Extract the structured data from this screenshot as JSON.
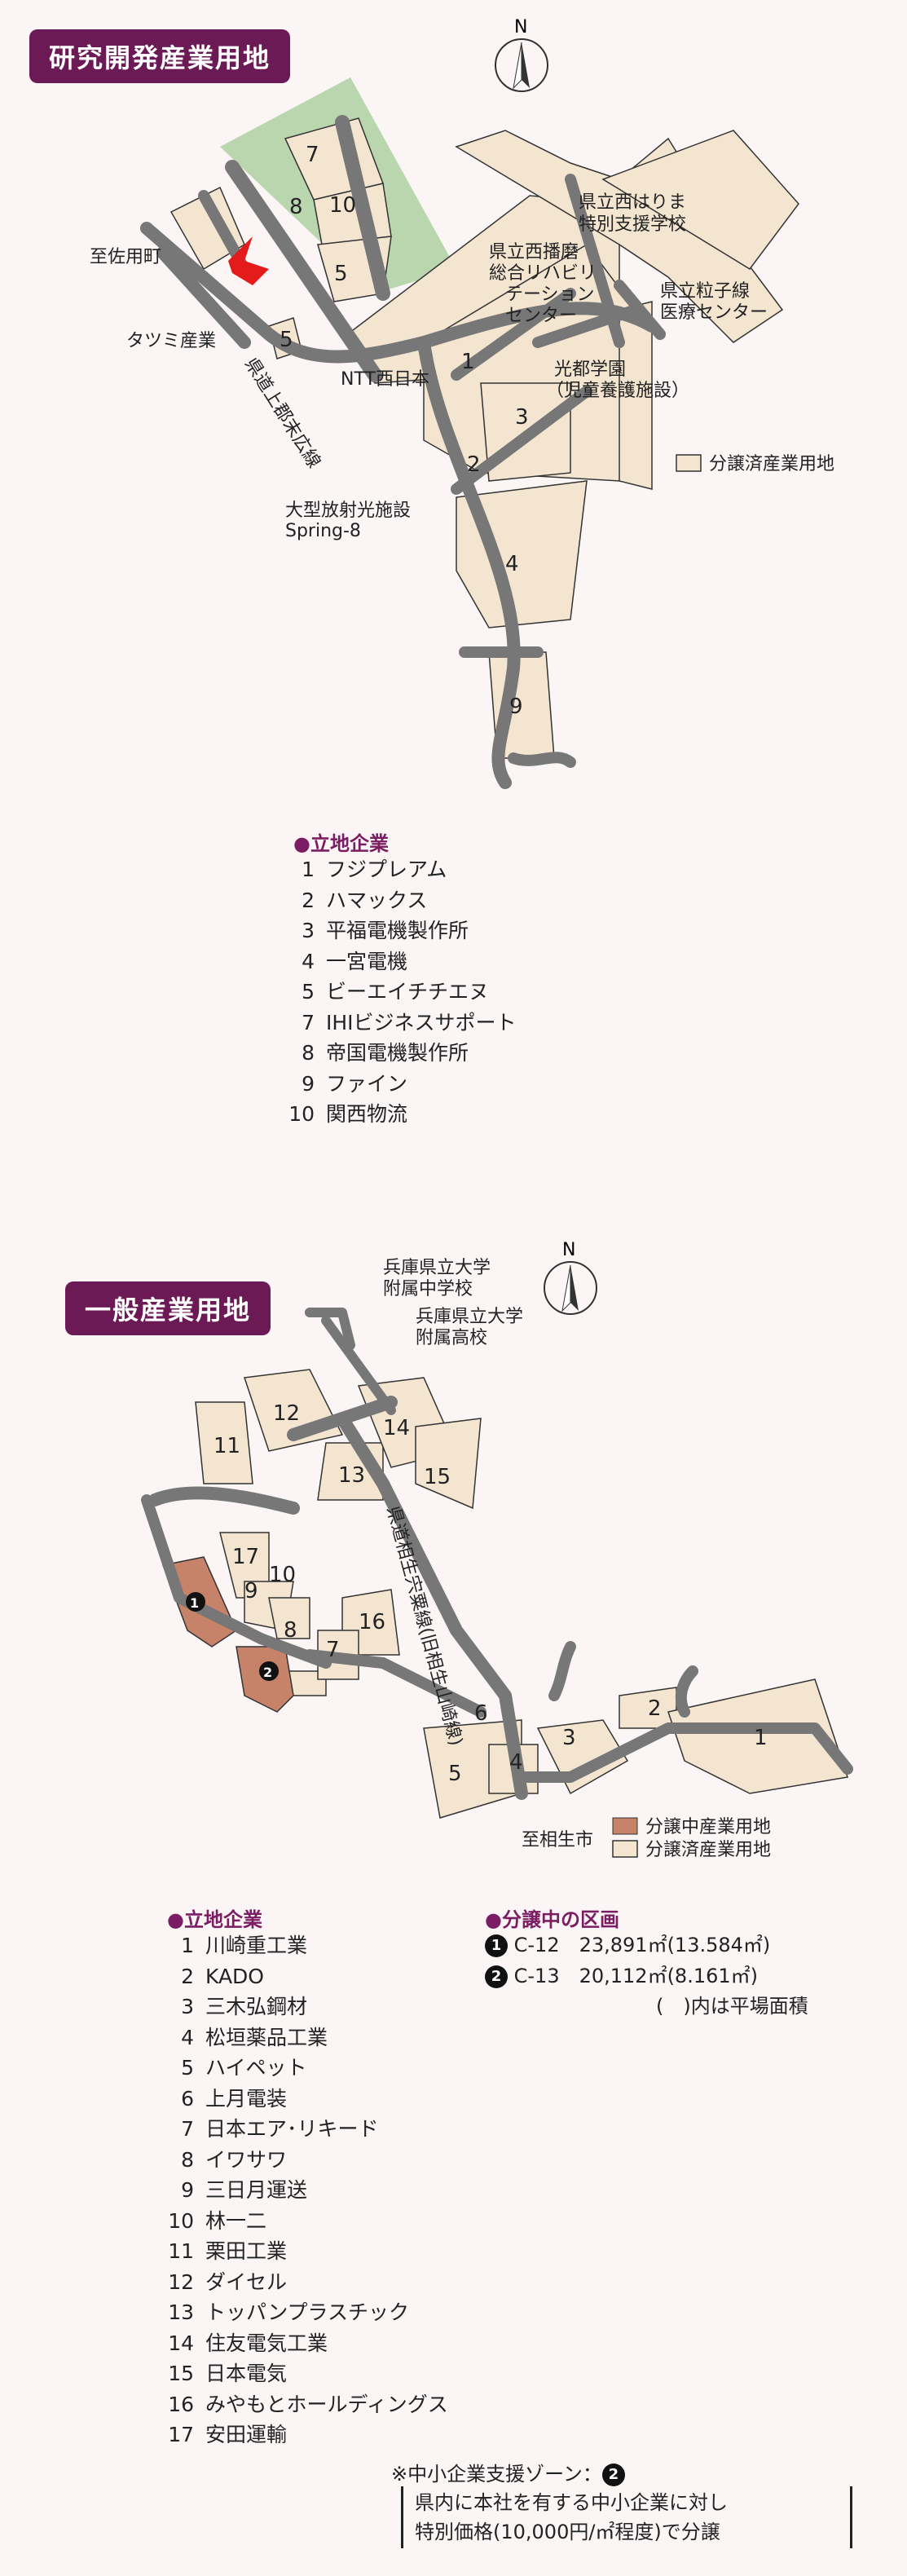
{
  "section1": {
    "title": "研究開発産業用地",
    "north": "N",
    "labels": {
      "sayocho": "至佐用町",
      "tatsumi": "タツミ産業",
      "ntt": "NTT西日本",
      "route": "県道上郡末広線",
      "spring8": "大型放射光施設\nSpring-8",
      "harima": "県立西はりま\n特別支援学校",
      "rehab": "県立西播磨\n総合リハビリ\nテーション\nセンター",
      "ryushi": "県立粒子線\n医療センター",
      "koto": "光都学園\n（児童養護施設）"
    },
    "legend_sold": "分譲済産業用地",
    "companies_head": "●立地企業",
    "companies": [
      {
        "no": "1",
        "name": "フジプレアム"
      },
      {
        "no": "2",
        "name": "ハマックス"
      },
      {
        "no": "3",
        "name": "平福電機製作所"
      },
      {
        "no": "4",
        "name": "一宮電機"
      },
      {
        "no": "5",
        "name": "ビーエイチチエヌ"
      },
      {
        "no": "7",
        "name": "IHIビジネスサポート"
      },
      {
        "no": "8",
        "name": "帝国電機製作所"
      },
      {
        "no": "9",
        "name": "ファイン"
      },
      {
        "no": "10",
        "name": "関西物流"
      }
    ]
  },
  "section2": {
    "title": "一般産業用地",
    "north": "N",
    "labels": {
      "jhs": "兵庫県立大学\n附属中学校",
      "hs": "兵庫県立大学\n附属高校",
      "route": "県道相生宍粟線(旧相生山崎線)",
      "aioi": "至相生市"
    },
    "legend_selling": "分譲中産業用地",
    "legend_sold": "分譲済産業用地",
    "companies_head": "●立地企業",
    "companies": [
      {
        "no": "1",
        "name": "川崎重工業"
      },
      {
        "no": "2",
        "name": "KADO"
      },
      {
        "no": "3",
        "name": "三木弘鋼材"
      },
      {
        "no": "4",
        "name": "松垣薬品工業"
      },
      {
        "no": "5",
        "name": "ハイペット"
      },
      {
        "no": "6",
        "name": "上月電装"
      },
      {
        "no": "7",
        "name": "日本エア･リキード"
      },
      {
        "no": "8",
        "name": "イワサワ"
      },
      {
        "no": "9",
        "name": "三日月運送"
      },
      {
        "no": "10",
        "name": "林一二"
      },
      {
        "no": "11",
        "name": "栗田工業"
      },
      {
        "no": "12",
        "name": "ダイセル"
      },
      {
        "no": "13",
        "name": "トッパンプラスチック"
      },
      {
        "no": "14",
        "name": "住友電気工業"
      },
      {
        "no": "15",
        "name": "日本電気"
      },
      {
        "no": "16",
        "name": "みやもとホールディングス"
      },
      {
        "no": "17",
        "name": "安田運輸"
      }
    ],
    "sale_head": "●分譲中の区画",
    "sale": [
      {
        "badge": "1",
        "text": "C-12　23,891㎡(13.584㎡)"
      },
      {
        "badge": "2",
        "text": "C-13　20,112㎡(8.161㎡)"
      }
    ],
    "sale_note": "(　)内は平場面積",
    "support_title": "※中小企業支援ゾーン：",
    "support_badge": "2",
    "support_lines": [
      "県内に本社を有する中小企業に対し",
      "特別価格(10,000円/㎡程度)で分譲"
    ]
  },
  "colors": {
    "title_bg": "#6b1a55",
    "sold": "#f4e5d1",
    "selling": "#c7826a",
    "green": "#b9d6ae",
    "road": "#777777"
  }
}
